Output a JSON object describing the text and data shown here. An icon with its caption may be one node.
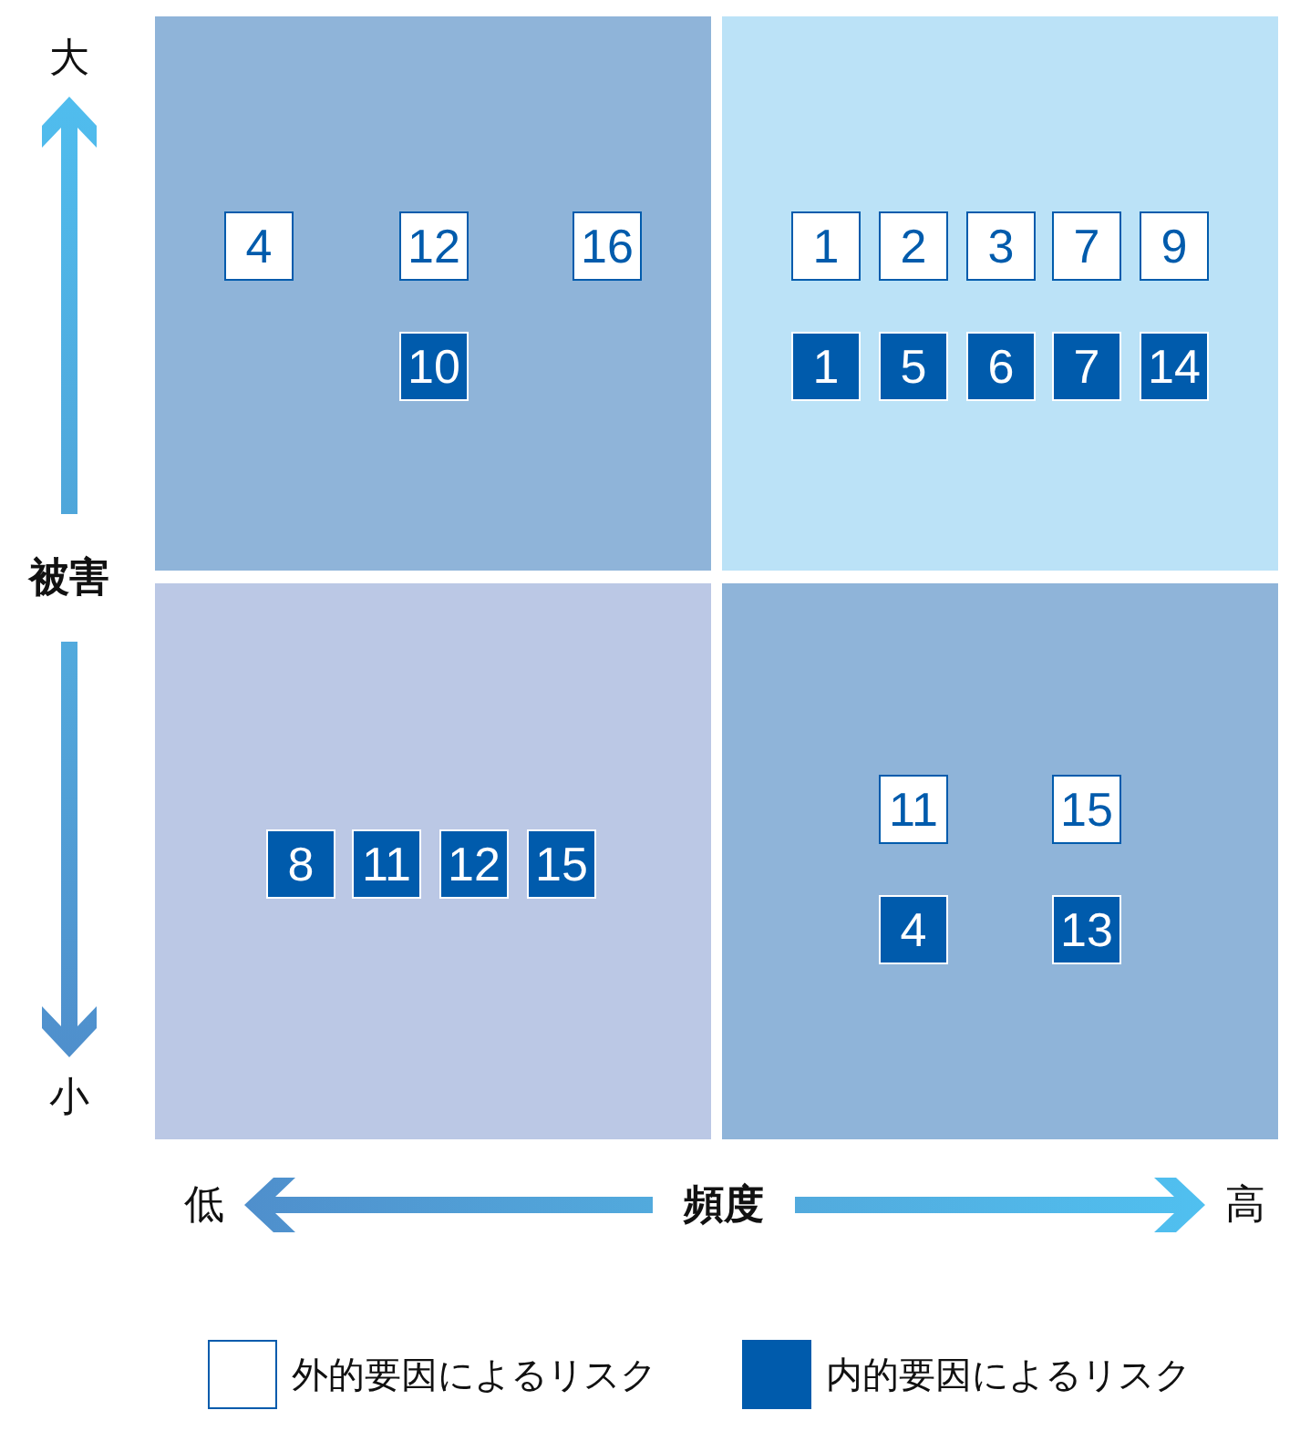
{
  "diagram": {
    "nodes": [
      {
        "text": [],
        "shape": "box"
      },
      {
        "text": [
          "4"
        ],
        "in": 0
      },
      {
        "text": [
          "12"
        ],
        "in": 0
      },
      {
        "text": [
          "16"
        ],
        "in": 0
      },
      {
        "text": [
          "10"
        ],
        "in": 0
      },
      {
        "text": [],
        "shape": "box"
      },
      {
        "text": [
          "1"
        ],
        "in": 5
      },
      {
        "text": [
          "2"
        ],
        "in": 5
      },
      {
        "text": [
          "3"
        ],
        "in": 5
      },
      {
        "text": [
          "7"
        ],
        "in": 5
      },
      {
        "text": [
          "9"
        ],
        "in": 5
      },
      {
        "text": [
          "1"
        ],
        "in": 5
      },
      {
        "text": [
          "5"
        ],
        "in": 5
      },
      {
        "text": [
          "6"
        ],
        "in": 5
      },
      {
        "text": [
          "7"
        ],
        "in": 5
      },
      {
        "text": [
          "14"
        ],
        "in": 5
      },
      {
        "text": [],
        "shape": "box"
      },
      {
        "text": [
          "8"
        ],
        "in": 16
      },
      {
        "text": [
          "11"
        ],
        "in": 16
      },
      {
        "text": [
          "12"
        ],
        "in": 16
      },
      {
        "text": [
          "15"
        ],
        "in": 16
      },
      {
        "text": [],
        "shape": "box"
      },
      {
        "text": [
          "11"
        ],
        "in": 21
      },
      {
        "text": [
          "15"
        ],
        "in": 21
      },
      {
        "text": [
          "4"
        ],
        "in": 21
      },
      {
        "text": [
          "13"
        ],
        "in": 21
      }
    ],
    "labels": [
      "大",
      "被害",
      "小",
      "低",
      "頻度",
      "高"
    ],
    "legend": [
      {
        "text": "外的要因によるリスク",
        "color": "#ffffff"
      },
      {
        "text": "内的要因によるリスク",
        "color": "#005bac"
      }
    ]
  }
}
